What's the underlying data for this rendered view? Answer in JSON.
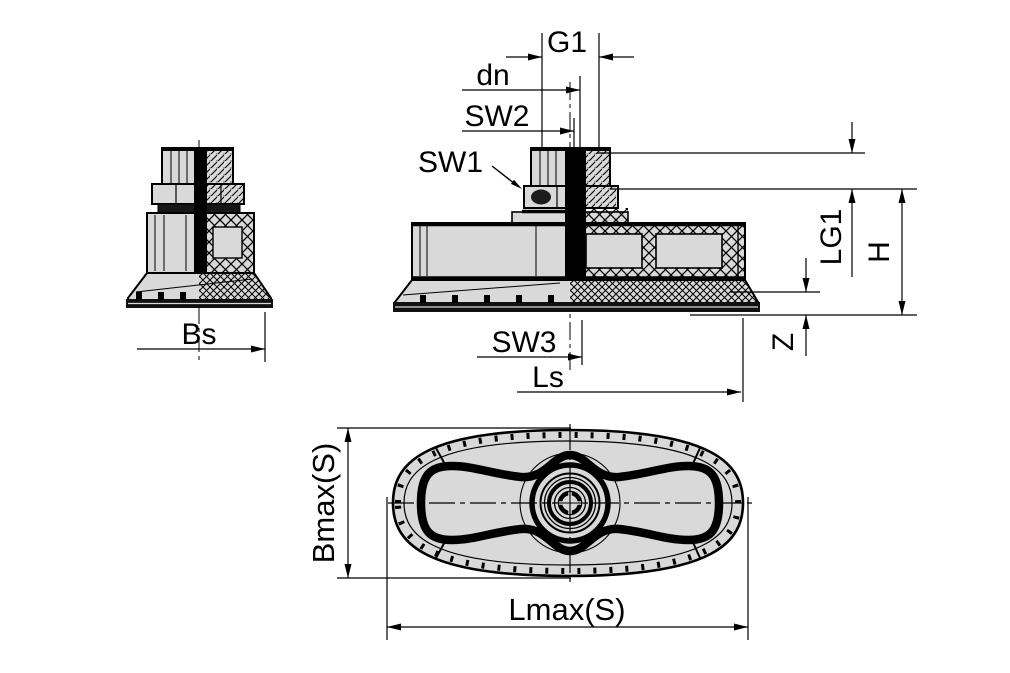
{
  "drawing": {
    "kind": "technical-drawing",
    "colors": {
      "line": "#000000",
      "surface": "#d9d9d9",
      "background": "#ffffff"
    },
    "labels": {
      "g1": "G1",
      "dn": "dn",
      "sw2": "SW2",
      "sw1": "SW1",
      "lg1": "LG1",
      "h": "H",
      "z": "Z",
      "bs": "Bs",
      "sw3": "SW3",
      "ls": "Ls",
      "bmax": "Bmax(S)",
      "lmax": "Lmax(S)"
    }
  }
}
